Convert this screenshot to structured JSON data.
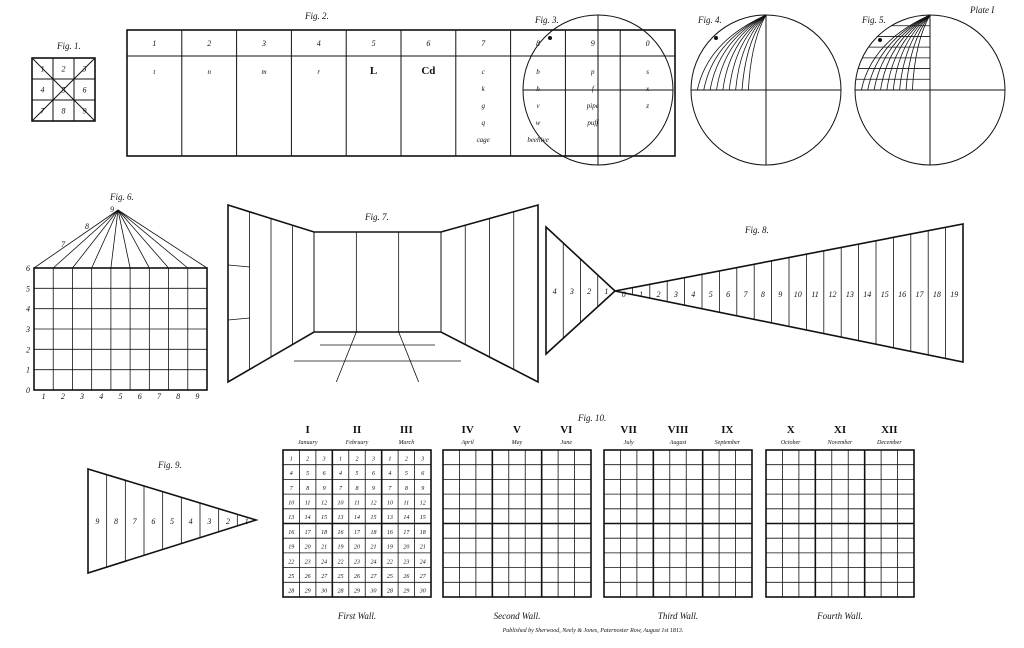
{
  "plate_label": "Plate I",
  "fig1": {
    "caption": "Fig. 1.",
    "cells": [
      "1",
      "2",
      "3",
      "4",
      "5",
      "6",
      "7",
      "8",
      "9"
    ]
  },
  "fig2": {
    "caption": "Fig. 2.",
    "digits": [
      "1",
      "2",
      "3",
      "4",
      "5",
      "6",
      "7",
      "8",
      "9",
      "0"
    ],
    "columns": [
      [
        "t"
      ],
      [
        "n"
      ],
      [
        "m"
      ],
      [
        "r"
      ],
      [
        "L"
      ],
      [
        "Cd"
      ],
      [
        "c",
        "k",
        "g",
        "q",
        "cage"
      ],
      [
        "b",
        "h",
        "v",
        "w",
        "beehive"
      ],
      [
        "p",
        "f",
        "pipe",
        "puff"
      ],
      [
        "s",
        "x",
        "z"
      ]
    ]
  },
  "fig3": {
    "caption": "Fig. 3."
  },
  "fig4": {
    "caption": "Fig. 4."
  },
  "fig5": {
    "caption": "Fig. 5."
  },
  "fig6": {
    "caption": "Fig. 6.",
    "side_labels": [
      "6",
      "5",
      "4",
      "3",
      "2",
      "1",
      "0"
    ],
    "top_labels": [
      "7",
      "8",
      "9"
    ],
    "bottom_labels": [
      "1",
      "2",
      "3",
      "4",
      "5",
      "6",
      "7",
      "8",
      "9"
    ]
  },
  "fig7": {
    "caption": "Fig. 7."
  },
  "fig8": {
    "caption": "Fig. 8.",
    "left_labels": [
      "4",
      "3",
      "2",
      "1"
    ],
    "right_labels": [
      "0",
      "1",
      "2",
      "3",
      "4",
      "5",
      "6",
      "7",
      "8",
      "9",
      "10",
      "11",
      "12",
      "13",
      "14",
      "15",
      "16",
      "17",
      "18",
      "19"
    ]
  },
  "fig9": {
    "caption": "Fig. 9.",
    "labels": [
      "9",
      "8",
      "7",
      "6",
      "5",
      "4",
      "3",
      "2",
      "1"
    ]
  },
  "fig10": {
    "caption": "Fig. 10.",
    "walls": [
      {
        "label": "First Wall.",
        "months": [
          {
            "numeral": "I",
            "name": "January"
          },
          {
            "numeral": "II",
            "name": "February"
          },
          {
            "numeral": "III",
            "name": "March"
          }
        ],
        "filled": true
      },
      {
        "label": "Second Wall.",
        "months": [
          {
            "numeral": "IV",
            "name": "April"
          },
          {
            "numeral": "V",
            "name": "May"
          },
          {
            "numeral": "VI",
            "name": "June"
          }
        ],
        "filled": false
      },
      {
        "label": "Third Wall.",
        "months": [
          {
            "numeral": "VII",
            "name": "July"
          },
          {
            "numeral": "VIII",
            "name": "August"
          },
          {
            "numeral": "IX",
            "name": "September"
          }
        ],
        "filled": false
      },
      {
        "label": "Fourth Wall.",
        "months": [
          {
            "numeral": "X",
            "name": "October"
          },
          {
            "numeral": "XI",
            "name": "November"
          },
          {
            "numeral": "XII",
            "name": "December"
          }
        ],
        "filled": false
      }
    ],
    "day_grid": [
      [
        "1",
        "2",
        "3"
      ],
      [
        "4",
        "5",
        "6"
      ],
      [
        "7",
        "8",
        "9"
      ],
      [
        "10",
        "11",
        "12"
      ],
      [
        "13",
        "14",
        "15"
      ],
      [
        "16",
        "17",
        "18"
      ],
      [
        "19",
        "20",
        "21"
      ],
      [
        "22",
        "23",
        "24"
      ],
      [
        "25",
        "26",
        "27"
      ],
      [
        "28",
        "29",
        "30"
      ]
    ]
  },
  "publisher_line": "Published by Sherwood, Neely & Jones, Paternoster Row, August 1st 1813."
}
